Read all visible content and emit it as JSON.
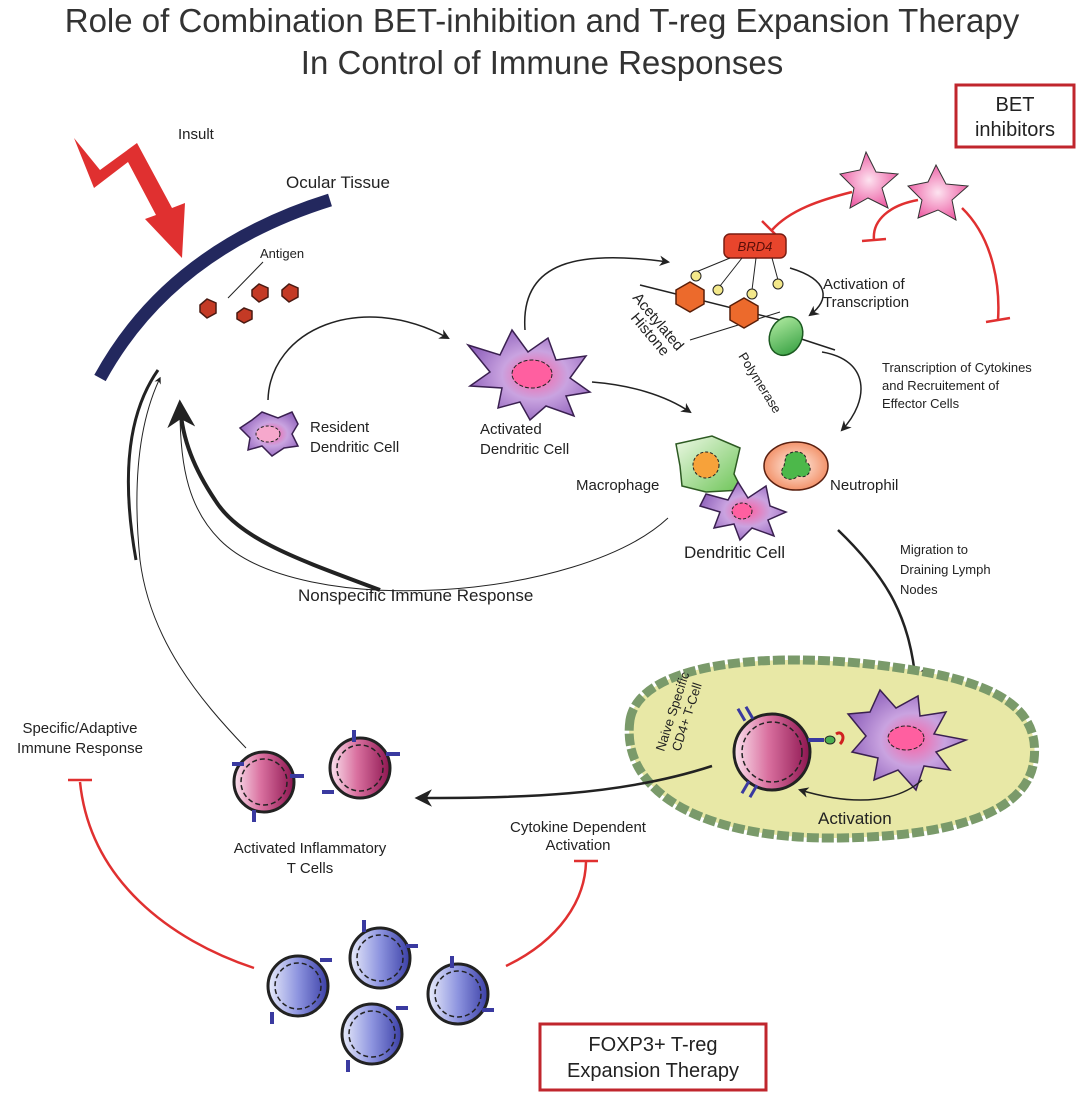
{
  "title": {
    "line1": "Role of Combination BET-inhibition and T-reg Expansion Therapy",
    "line2": "In Control of Immune Responses"
  },
  "bet_box": {
    "line1": "BET",
    "line2": "inhibitors"
  },
  "treg_box": {
    "line1": "FOXP3+ T-reg",
    "line2": "Expansion Therapy"
  },
  "labels": {
    "insult": "Insult",
    "ocular_tissue": "Ocular Tissue",
    "antigen": "Antigen",
    "resident_dc_1": "Resident",
    "resident_dc_2": "Dendritic Cell",
    "activated_dc_1": "Activated",
    "activated_dc_2": "Dendritic Cell",
    "brd4": "BRD4",
    "acetylated_1": "Acetylated",
    "acetylated_2": "Histone",
    "polymerase": "Polymerase",
    "activation_transcription_1": "Activation of",
    "activation_transcription_2": "Transcription",
    "cytokines_1": "Transcription of Cytokines",
    "cytokines_2": "and Recruitement of",
    "cytokines_3": "Effector Cells",
    "macrophage": "Macrophage",
    "neutrophil": "Neutrophil",
    "dendritic_cell": "Dendritic Cell",
    "nonspecific": "Nonspecific Immune Response",
    "migration_1": "Migration to",
    "migration_2": "Draining Lymph",
    "migration_3": "Nodes",
    "naive_1": "Naive Specific",
    "naive_2": "CD4+ T-Cell",
    "activation": "Activation",
    "specific_1": "Specific/Adaptive",
    "specific_2": "Immune Response",
    "activated_t_1": "Activated Inflammatory",
    "activated_t_2": "T Cells",
    "cytokine_dep_1": "Cytokine Dependent",
    "cytokine_dep_2": "Activation"
  },
  "colors": {
    "inhibitor_red": "#e03030",
    "box_border": "#c0262d",
    "tissue_navy": "#23285e",
    "lymph_fill": "#e8e8a6",
    "lymph_border": "#7a9a6a",
    "dc_purple": "#9b6bc0",
    "treg_blue": "#4a4fb0",
    "tcell_magenta": "#9c1d5a"
  }
}
